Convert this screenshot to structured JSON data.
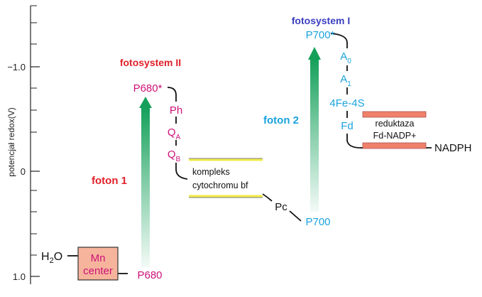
{
  "axis": {
    "label": "potencjał redox(V)",
    "ticks": [
      {
        "value": -1.0,
        "label": "−1.0"
      },
      {
        "value": 0,
        "label": "0"
      },
      {
        "value": 1.0,
        "label": "1.0"
      }
    ]
  },
  "photosystem2": {
    "title": "fotosystem II",
    "photon": "foton 1",
    "excited": "P680*",
    "ground": "P680",
    "carriers": [
      "Ph",
      "Q",
      "Q"
    ],
    "carrier_subs": [
      "",
      "A",
      "B"
    ]
  },
  "photosystem1": {
    "title": "fotosystem I",
    "photon": "foton 2",
    "excited": "P700*",
    "ground": "P700",
    "carriers": [
      "A",
      "A",
      "4Fe-4S",
      "Fd"
    ],
    "carrier_subs": [
      "0",
      "1",
      "",
      ""
    ]
  },
  "water": {
    "symbol": "H",
    "sub": "2",
    "tail": "O"
  },
  "mn_center": {
    "line1": "Mn",
    "line2": "center"
  },
  "cytochrome": {
    "line1": "kompleks",
    "line2": "cytochromu bf"
  },
  "pc": "Pc",
  "reductase": {
    "line1": "reduktaza",
    "line2": "Fd-NADP+"
  },
  "nadph": "NADPH",
  "colors": {
    "ps2": "#cc1177",
    "ps2_title": "#e0202a",
    "ps1": "#1aa3dd",
    "ps1_title": "#3b3fc0",
    "arrow": "#14a05a",
    "mn_fill": "#f6b49c",
    "reductase_fill": "#f0806a",
    "cyto_edge": "#f2ec4a"
  }
}
